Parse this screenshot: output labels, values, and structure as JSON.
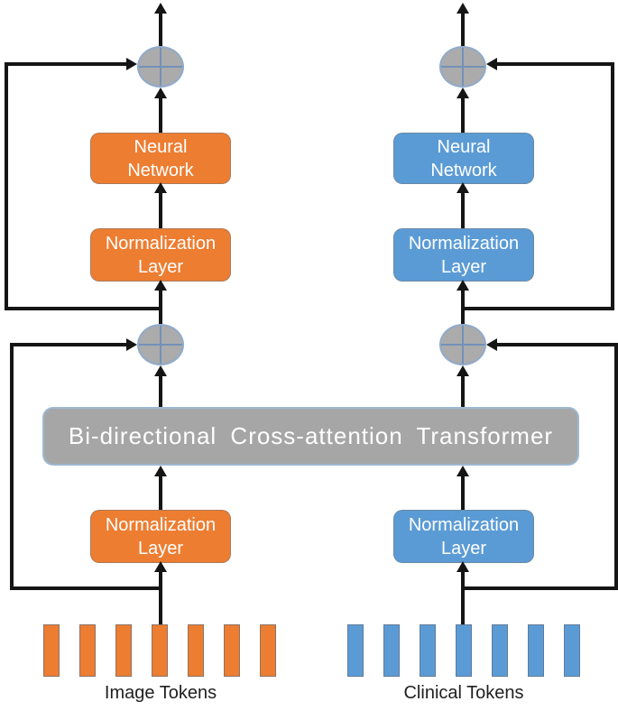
{
  "diagram": {
    "transformer_label": "Bi-directional Cross-attention Transformer",
    "left_stream": {
      "id": "image",
      "accent_color": "#ED7D31",
      "neural_network_label": "Neural\nNetwork",
      "norm_upper_label": "Normalization\nLayer",
      "norm_lower_label": "Normalization\nLayer",
      "tokens_label": "Image Tokens",
      "token_count": 7
    },
    "right_stream": {
      "id": "clinical",
      "accent_color": "#5B9BD5",
      "neural_network_label": "Neural\nNetwork",
      "norm_upper_label": "Normalization\nLayer",
      "norm_lower_label": "Normalization\nLayer",
      "tokens_label": "Clinical Tokens",
      "token_count": 7
    },
    "add_node_symbol": "plus-in-circle",
    "colors": {
      "transformer_box": "#A6A6A6",
      "add_circle_fill": "#ABABAB",
      "add_circle_border": "#8FAACB",
      "add_circle_cross": "#7291B8",
      "connector": "#151515",
      "box_text": "#FFFFFF",
      "caption_text": "#1F1F1F"
    }
  }
}
